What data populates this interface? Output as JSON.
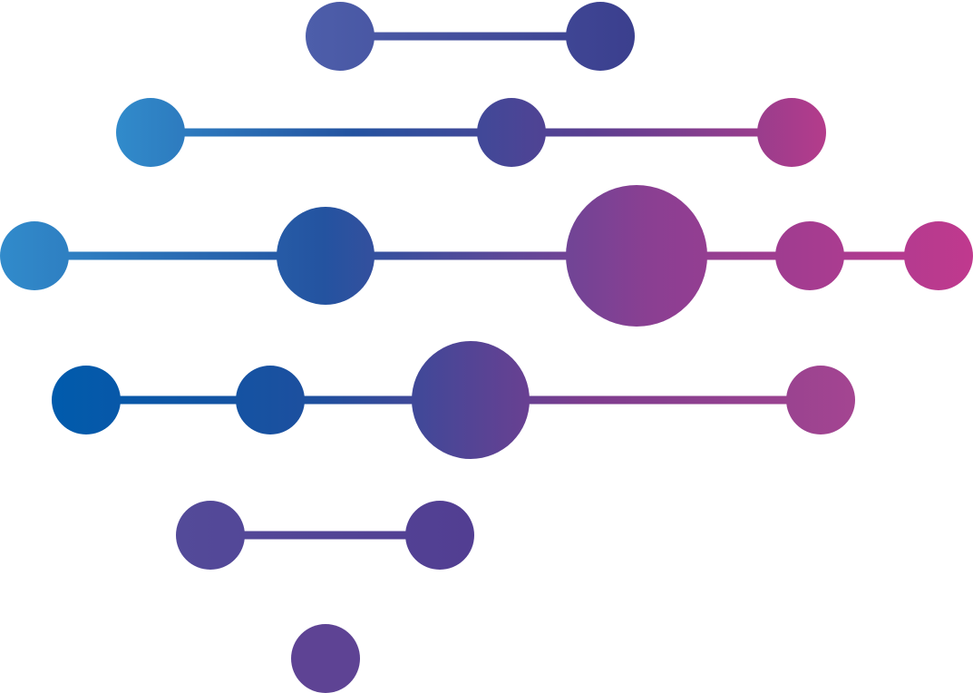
{
  "graphic": {
    "kind": "logo",
    "description_icon": "network-dots-logo-icon",
    "colors": {
      "blue_light": "#318BCB",
      "blue_deep": "#005BAC",
      "blue_mid": "#2453A0",
      "indigo": "#3B3F8E",
      "violet": "#523E92",
      "purple": "#7D3C8E",
      "magenta": "#C0398E",
      "pink": "#B43C8B"
    },
    "rows": [
      {
        "name": "row-1",
        "gradient": [
          "#4D5EAA",
          "#3B3F8E"
        ],
        "nodes": [
          {
            "name": "row-1-node-1"
          },
          {
            "name": "row-1-node-2"
          }
        ]
      },
      {
        "name": "row-2",
        "gradient": [
          "#318BCB",
          "#2453A0",
          "#5A3F91",
          "#B43C8B"
        ],
        "nodes": [
          {
            "name": "row-2-node-1"
          },
          {
            "name": "row-2-node-2"
          },
          {
            "name": "row-2-node-3"
          }
        ]
      },
      {
        "name": "row-3",
        "gradient": [
          "#318BCB",
          "#2453A0",
          "#8A3F92",
          "#C0398E"
        ],
        "nodes": [
          {
            "name": "row-3-node-1"
          },
          {
            "name": "row-3-node-2"
          },
          {
            "name": "row-3-node-3"
          },
          {
            "name": "row-3-node-4"
          },
          {
            "name": "row-3-node-5"
          }
        ]
      },
      {
        "name": "row-4",
        "gradient": [
          "#005BAC",
          "#1E4F9E",
          "#7D3C8E",
          "#A44591"
        ],
        "nodes": [
          {
            "name": "row-4-node-1"
          },
          {
            "name": "row-4-node-2"
          },
          {
            "name": "row-4-node-3"
          },
          {
            "name": "row-4-node-4"
          }
        ]
      },
      {
        "name": "row-5",
        "gradient": [
          "#534A99",
          "#523E92"
        ],
        "nodes": [
          {
            "name": "row-5-node-1"
          },
          {
            "name": "row-5-node-2"
          }
        ]
      },
      {
        "name": "row-6",
        "gradient": [
          "#5E4394",
          "#5E4394"
        ],
        "nodes": [
          {
            "name": "row-6-node-1"
          }
        ]
      }
    ]
  }
}
